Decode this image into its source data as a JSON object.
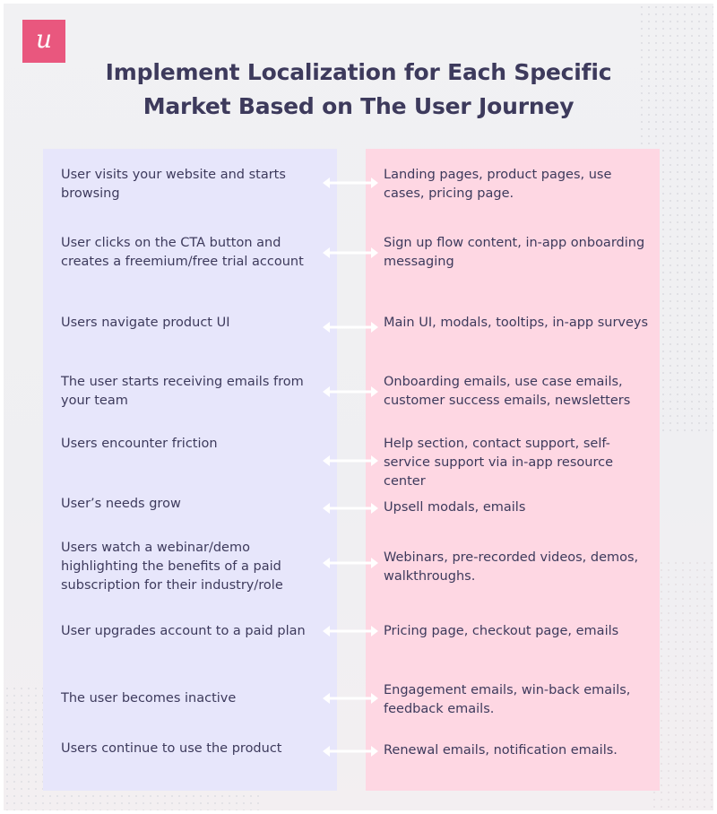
{
  "logo": {
    "glyph": "u",
    "color": "#e9577e",
    "icon": "userpilot-logo-icon"
  },
  "title": {
    "line1": "Implement Localization for Each Specific",
    "line2": "Market Based on The User Journey"
  },
  "colors": {
    "left_column_bg": "#e7e6fb",
    "right_column_bg": "#fed7e3",
    "text": "#3d3a5c",
    "arrow": "#ffffff"
  },
  "rows": [
    {
      "stage": "User visits your website and starts browsing",
      "content": "Landing pages, product pages, use cases, pricing page.",
      "arrow_icon": "double-arrow-icon"
    },
    {
      "stage": "User clicks on the CTA button and creates a freemium/free trial account",
      "content": "Sign up flow content, in-app onboarding messaging",
      "arrow_icon": "double-arrow-icon"
    },
    {
      "stage": "Users navigate product UI",
      "content": "Main UI, modals, tooltips, in-app surveys",
      "arrow_icon": "double-arrow-icon"
    },
    {
      "stage": "The user starts receiving emails from your team",
      "content": "Onboarding emails, use case emails, customer success emails, newsletters",
      "arrow_icon": "double-arrow-icon"
    },
    {
      "stage": "Users encounter friction",
      "content": "Help section, contact support, self-service support via in-app resource center",
      "arrow_icon": "double-arrow-icon"
    },
    {
      "stage": "User’s needs grow",
      "content": "Upsell modals, emails",
      "arrow_icon": "double-arrow-icon"
    },
    {
      "stage": "Users watch a webinar/demo highlighting the benefits of a paid subscription for their industry/role",
      "content": "Webinars, pre-recorded videos, demos, walkthroughs.",
      "arrow_icon": "double-arrow-icon"
    },
    {
      "stage": "User upgrades account to a paid plan",
      "content": "Pricing page, checkout page, emails",
      "arrow_icon": "double-arrow-icon"
    },
    {
      "stage": "The user becomes inactive",
      "content": "Engagement emails, win-back emails, feedback emails.",
      "arrow_icon": "double-arrow-icon"
    },
    {
      "stage": "Users continue to use the product",
      "content": "Renewal emails, notification emails.",
      "arrow_icon": "double-arrow-icon"
    }
  ]
}
